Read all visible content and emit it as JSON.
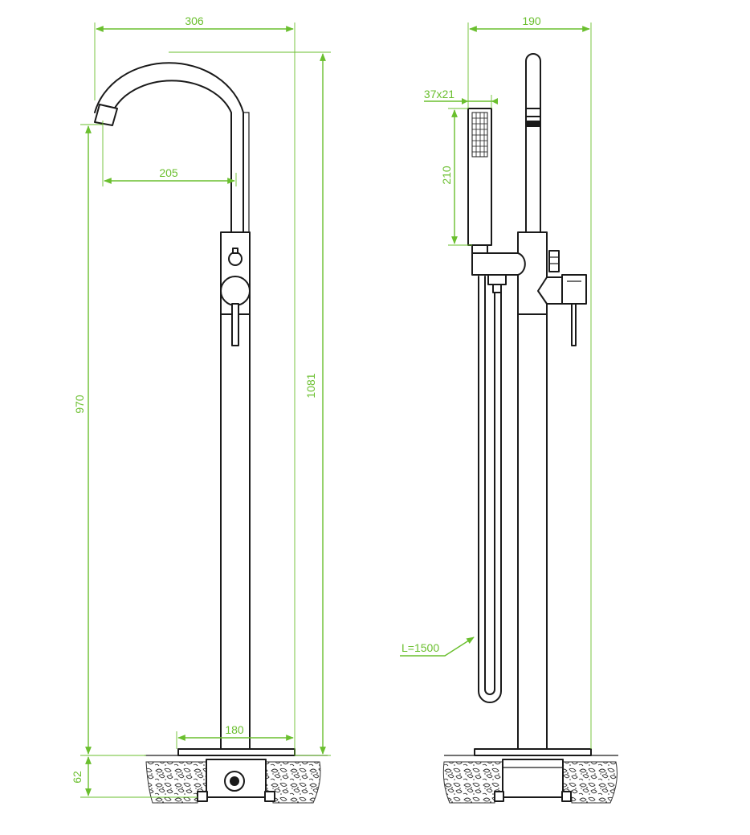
{
  "colors": {
    "dimension": "#6abf2e",
    "outline": "#1a1a1a",
    "background": "#ffffff"
  },
  "dimensions": {
    "overall_width": "306",
    "spout_reach": "205",
    "spout_height": "970",
    "total_height": "1081",
    "base_diameter": "180",
    "installation_depth": "62",
    "side_width": "190",
    "handshower_size": "37x21",
    "handshower_length": "210",
    "hose_length": "L=1500"
  }
}
